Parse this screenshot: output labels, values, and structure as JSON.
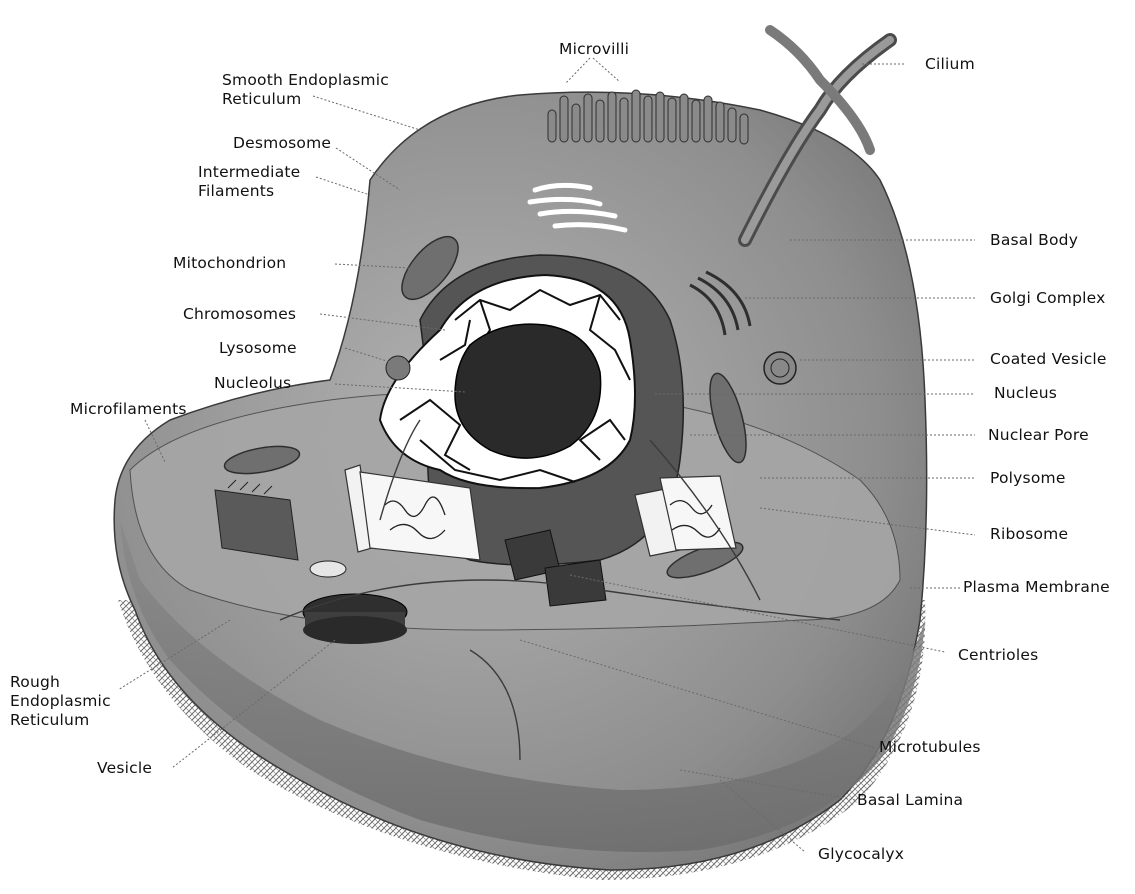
{
  "labels": {
    "microvilli": "Microvilli",
    "cilium": "Cilium",
    "smooth_er": "Smooth Endoplasmic\nReticulum",
    "desmosome": "Desmosome",
    "intermediate_filaments": "Intermediate\nFilaments",
    "mitochondrion": "Mitochondrion",
    "chromosomes": "Chromosomes",
    "lysosome": "Lysosome",
    "nucleolus": "Nucleolus",
    "microfilaments": "Microfilaments",
    "basal_body": "Basal Body",
    "golgi_complex": "Golgi Complex",
    "coated_vesicle": "Coated Vesicle",
    "nucleus": "Nucleus",
    "nuclear_pore": "Nuclear Pore",
    "polysome": "Polysome",
    "ribosome": "Ribosome",
    "plasma_membrane": "Plasma Membrane",
    "centrioles": "Centrioles",
    "rough_er": "Rough\nEndoplasmic\nReticulum",
    "vesicle": "Vesicle",
    "microtubules": "Microtubules",
    "basal_lamina": "Basal Lamina",
    "glycocalyx": "Glycocalyx"
  }
}
